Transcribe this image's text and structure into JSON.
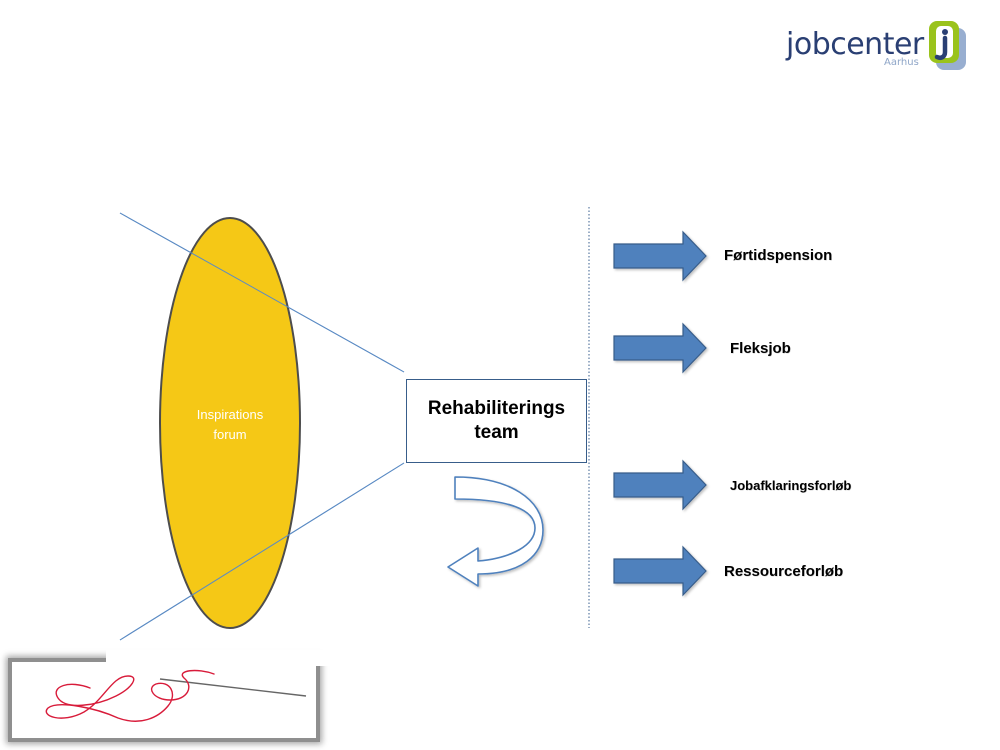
{
  "logo": {
    "wordmark": "jobcenter",
    "subtitle": "Aarhus",
    "mark_letter": "j",
    "colors": {
      "text": "#2a3f73",
      "green": "#9ac31c",
      "blue": "#98aed0"
    }
  },
  "diagram": {
    "forum_label": "Inspirations\nforum",
    "team_label": "Rehabiliterings\nteam",
    "outcomes": [
      {
        "id": "fortidspension",
        "label": "Førtidspension"
      },
      {
        "id": "fleksjob",
        "label": "Fleksjob"
      },
      {
        "id": "jobafklaringsforlob",
        "label": "Jobafklaringsforløb"
      },
      {
        "id": "ressourceforlob",
        "label": "Ressourceforløb"
      }
    ],
    "icons": {
      "forum": "yellow-ellipse",
      "team_loop": "u-turn-arrow",
      "outcome_arrow": "right-block-arrow",
      "divider": "dotted-vertical-line",
      "signature": "handwritten-signature"
    },
    "colors": {
      "ellipse_fill": "#f5c816",
      "ellipse_stroke": "#4d4d4d",
      "funnel_line": "#5b8bc4",
      "arrow_fill": "#4f81bd",
      "arrow_stroke": "#385d8a",
      "signature_ink": "#d81b3a"
    }
  }
}
